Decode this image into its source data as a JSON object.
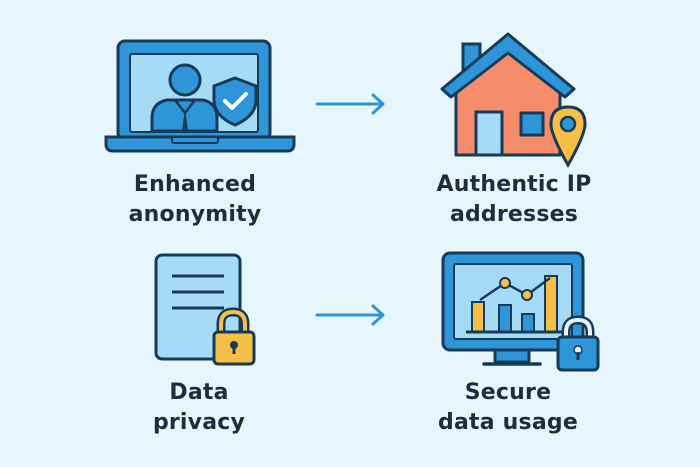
{
  "colors": {
    "background": "#e6f6fc",
    "outline": "#173b57",
    "primary_blue": "#2e95d8",
    "light_blue": "#a6dbf7",
    "orange": "#f58c6c",
    "yellow": "#f7bf47",
    "text": "#1d2e3d",
    "arrow": "#2e95d8"
  },
  "items": [
    {
      "id": "enhanced-anonymity",
      "icon": "laptop-user-shield-icon",
      "label_lines": [
        "Enhanced",
        "anonymity"
      ]
    },
    {
      "id": "authentic-ip",
      "icon": "house-location-pin-icon",
      "label_lines": [
        "Authentic IP",
        "addresses"
      ]
    },
    {
      "id": "data-privacy",
      "icon": "document-lock-icon",
      "label_lines": [
        "Data",
        "privacy"
      ]
    },
    {
      "id": "secure-data-usage",
      "icon": "monitor-chart-lock-icon",
      "label_lines": [
        "Secure",
        "data usage"
      ]
    }
  ],
  "arrows": [
    {
      "from": "enhanced-anonymity",
      "to": "authentic-ip",
      "icon": "arrow-right-icon"
    },
    {
      "from": "data-privacy",
      "to": "secure-data-usage",
      "icon": "arrow-right-icon"
    }
  ]
}
